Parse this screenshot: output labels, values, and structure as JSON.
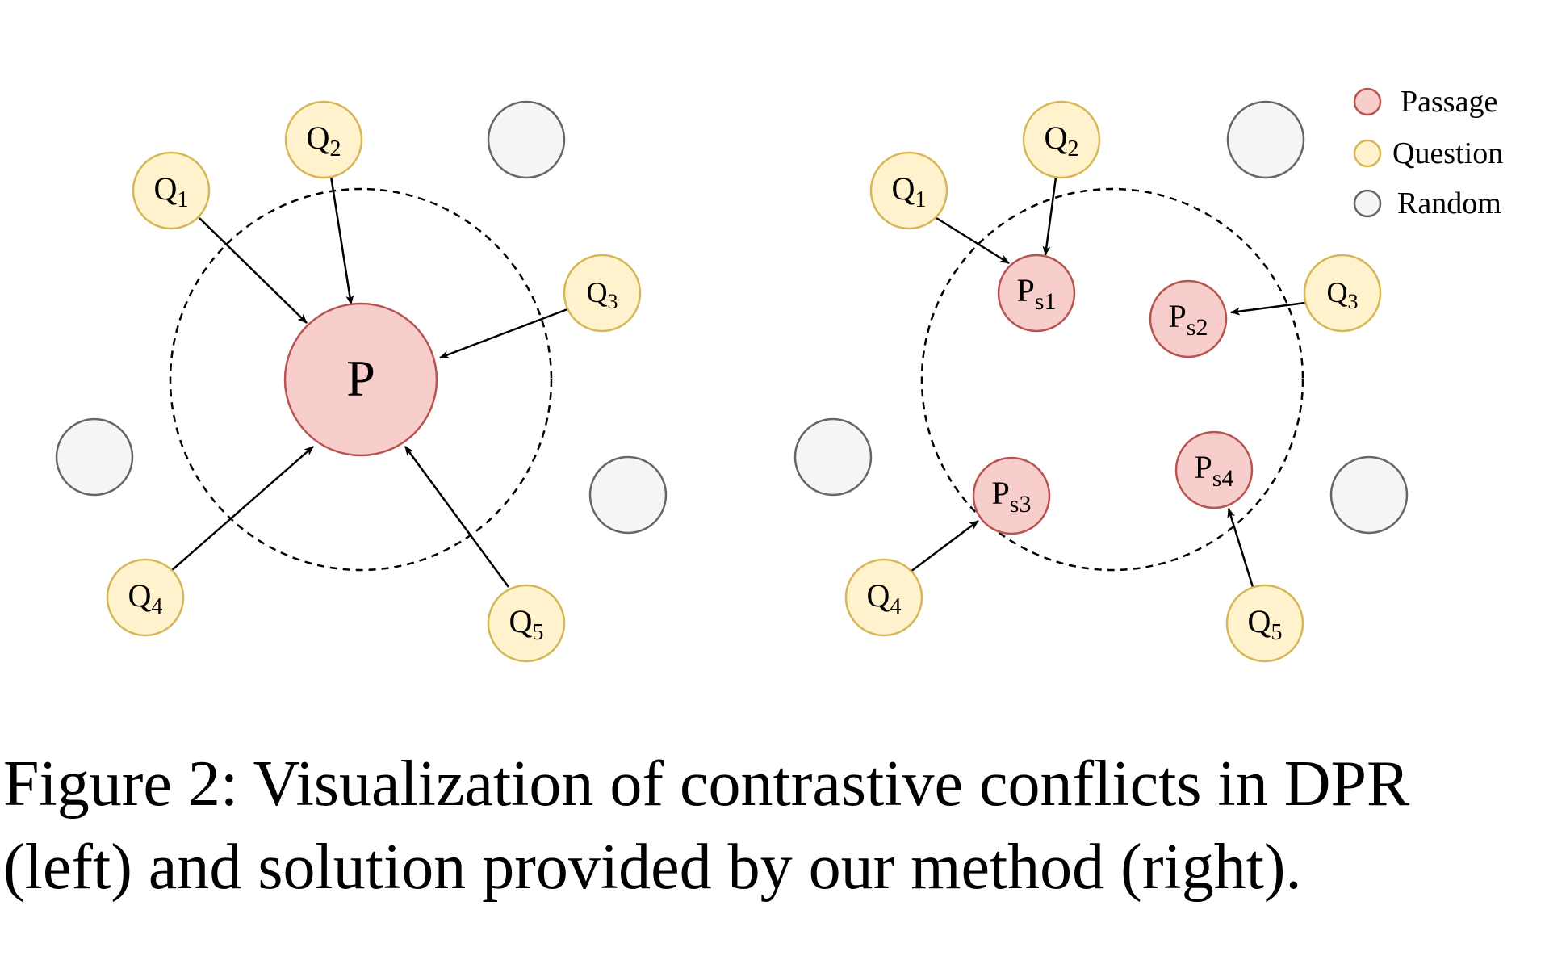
{
  "legend": {
    "passage": "Passage",
    "question": "Question",
    "random": "Random"
  },
  "colors": {
    "passage_fill": "#f8cecc",
    "passage_stroke": "#b85450",
    "question_fill": "#fff2cc",
    "question_stroke": "#d6b656",
    "random_fill": "#f5f5f5",
    "random_stroke": "#666666"
  },
  "left_panel": {
    "passage": "P",
    "questions": [
      {
        "base": "Q",
        "sub": "1"
      },
      {
        "base": "Q",
        "sub": "2"
      },
      {
        "base": "Q",
        "sub": "3"
      },
      {
        "base": "Q",
        "sub": "4"
      },
      {
        "base": "Q",
        "sub": "5"
      }
    ]
  },
  "right_panel": {
    "passages": [
      {
        "base": "P",
        "sub": "s1"
      },
      {
        "base": "P",
        "sub": "s2"
      },
      {
        "base": "P",
        "sub": "s3"
      },
      {
        "base": "P",
        "sub": "s4"
      }
    ],
    "questions": [
      {
        "base": "Q",
        "sub": "1"
      },
      {
        "base": "Q",
        "sub": "2"
      },
      {
        "base": "Q",
        "sub": "3"
      },
      {
        "base": "Q",
        "sub": "4"
      },
      {
        "base": "Q",
        "sub": "5"
      }
    ]
  },
  "caption": {
    "line1": "Figure 2: Visualization of contrastive conflicts in DPR",
    "line2": "(left) and solution provided by our method (right)."
  }
}
